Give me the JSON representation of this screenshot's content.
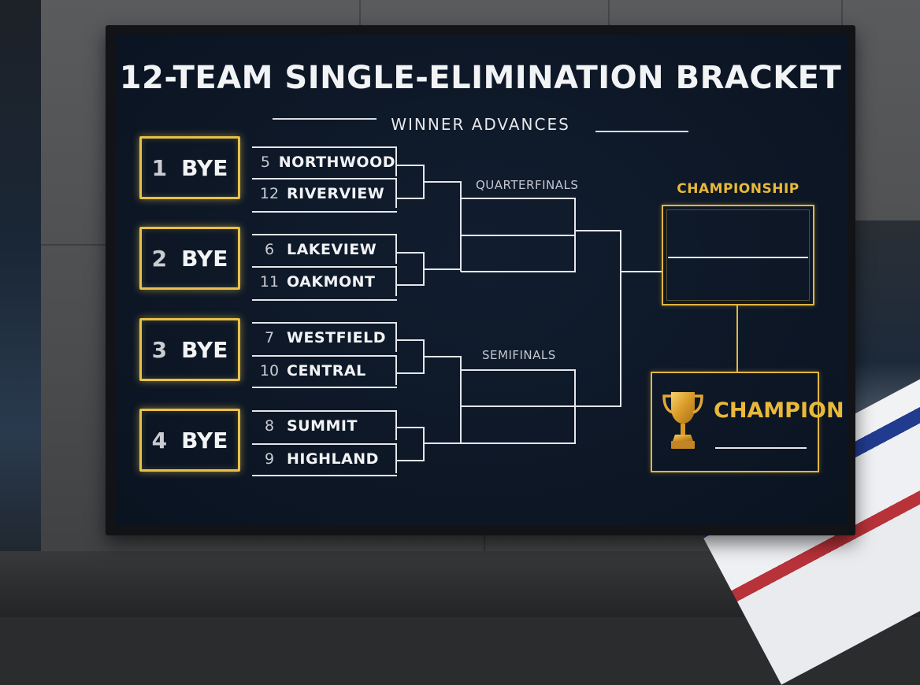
{
  "title": "12-TEAM SINGLE-ELIMINATION BRACKET",
  "subtitle": "WINNER ADVANCES",
  "byes": [
    {
      "seed": "1",
      "label": "BYE"
    },
    {
      "seed": "2",
      "label": "BYE"
    },
    {
      "seed": "3",
      "label": "BYE"
    },
    {
      "seed": "4",
      "label": "BYE"
    }
  ],
  "matchups": [
    {
      "top": {
        "seed": "5",
        "name": "NORTHWOOD"
      },
      "bottom": {
        "seed": "12",
        "name": "RIVERVIEW"
      }
    },
    {
      "top": {
        "seed": "6",
        "name": "LAKEVIEW"
      },
      "bottom": {
        "seed": "11",
        "name": "OAKMONT"
      }
    },
    {
      "top": {
        "seed": "7",
        "name": "WESTFIELD"
      },
      "bottom": {
        "seed": "10",
        "name": "CENTRAL"
      }
    },
    {
      "top": {
        "seed": "8",
        "name": "SUMMIT"
      },
      "bottom": {
        "seed": "9",
        "name": "HIGHLAND"
      }
    }
  ],
  "rounds": {
    "quarterfinals": "QUARTERFINALS",
    "semifinals": "SEMIFINALS",
    "championship": "CHAMPIONSHIP"
  },
  "champion": {
    "label": "CHAMPION",
    "icon": "trophy-icon",
    "accent": "#e8b93a"
  },
  "colors": {
    "panel": "#0d1726",
    "line": "#e4e6ea",
    "bye_glow": "#e8c14a"
  }
}
